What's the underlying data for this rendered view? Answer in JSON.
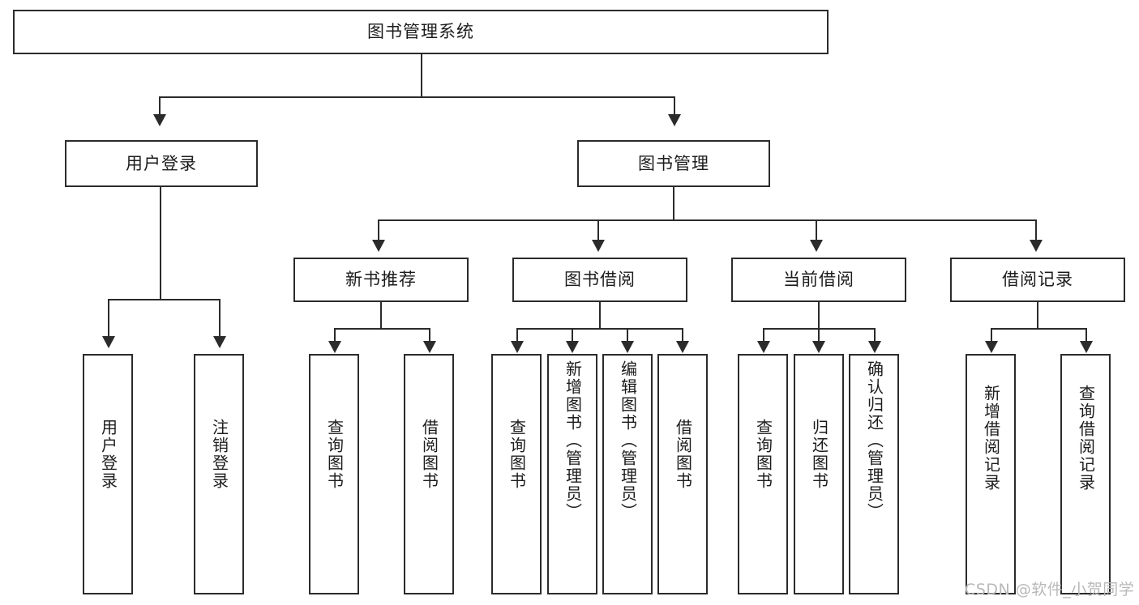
{
  "diagram": {
    "title": "图书管理系统",
    "type": "hierarchy-tree",
    "root": {
      "label": "图书管理系统"
    },
    "level1": [
      {
        "label": "用户登录"
      },
      {
        "label": "图书管理"
      }
    ],
    "level2": [
      {
        "label": "新书推荐"
      },
      {
        "label": "图书借阅"
      },
      {
        "label": "当前借阅"
      },
      {
        "label": "借阅记录"
      }
    ],
    "leaves": {
      "user_login": [
        {
          "label": "用户登录"
        },
        {
          "label": "注销登录"
        }
      ],
      "new_book": [
        {
          "label": "查询图书"
        },
        {
          "label": "借阅图书"
        }
      ],
      "book_borrow": [
        {
          "label": "查询图书"
        },
        {
          "label": "新增图书（管理员）"
        },
        {
          "label": "编辑图书（管理员）"
        },
        {
          "label": "借阅图书"
        }
      ],
      "current_borrow": [
        {
          "label": "查询图书"
        },
        {
          "label": "归还图书"
        },
        {
          "label": "确认归还（管理员）"
        }
      ],
      "borrow_record": [
        {
          "label": "新增借阅记录"
        },
        {
          "label": "查询借阅记录"
        }
      ]
    }
  },
  "watermark": {
    "text": "CSDN @软件_小贺同学"
  },
  "colors": {
    "stroke": "#2b2b2b",
    "background": "#ffffff",
    "text": "#1c1c1c",
    "watermark": "#b9b9b9"
  }
}
